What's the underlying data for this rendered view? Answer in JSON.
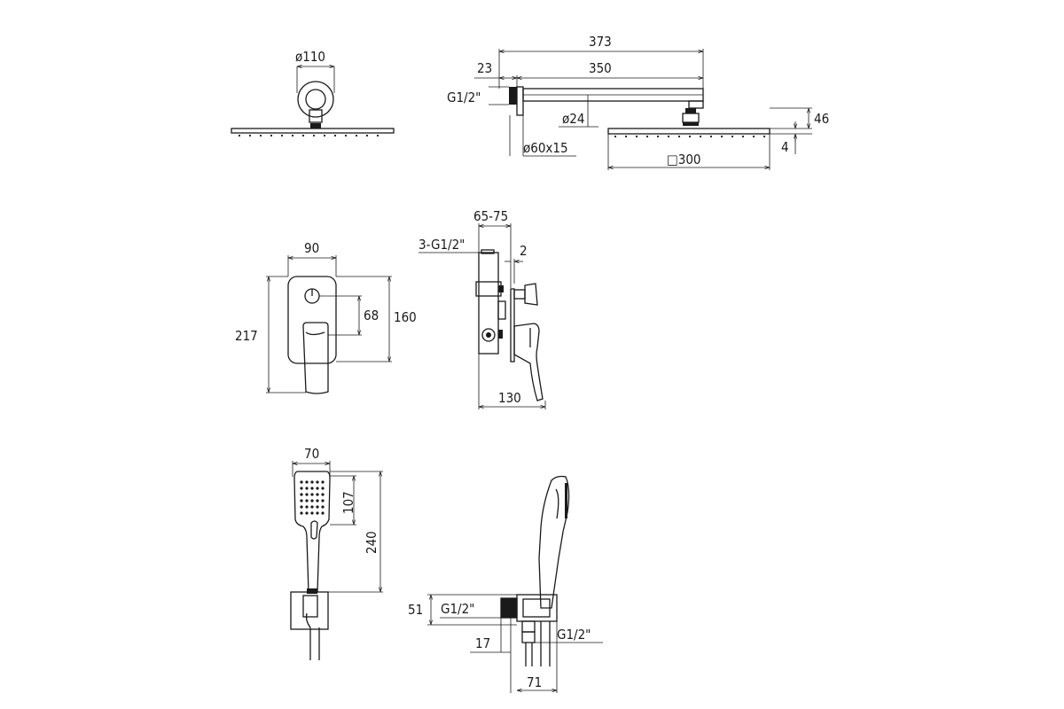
{
  "labels": {
    "head_diameter": "ø110",
    "arm_total": "373",
    "arm_offset": "23",
    "arm_length": "350",
    "arm_thread": "G1/2\"",
    "arm_diameter": "ø24",
    "flange_size": "ø60x15",
    "head_height": "46",
    "head_thickness": "4",
    "head_size": "□300",
    "plate_width": "90",
    "plate_height": "217",
    "knob_offset": "68",
    "lever_height": "160",
    "valve_depth": "65-75",
    "valve_thread": "3-G1/2\"",
    "plate_thickness": "2",
    "mixer_depth": "130",
    "hand_width": "70",
    "hand_face": "107",
    "hand_length": "240",
    "outlet_height": "51",
    "outlet_thread": "G1/2\"",
    "outlet_depth": "17",
    "hose_thread": "G1/2\"",
    "outlet_width": "71"
  }
}
